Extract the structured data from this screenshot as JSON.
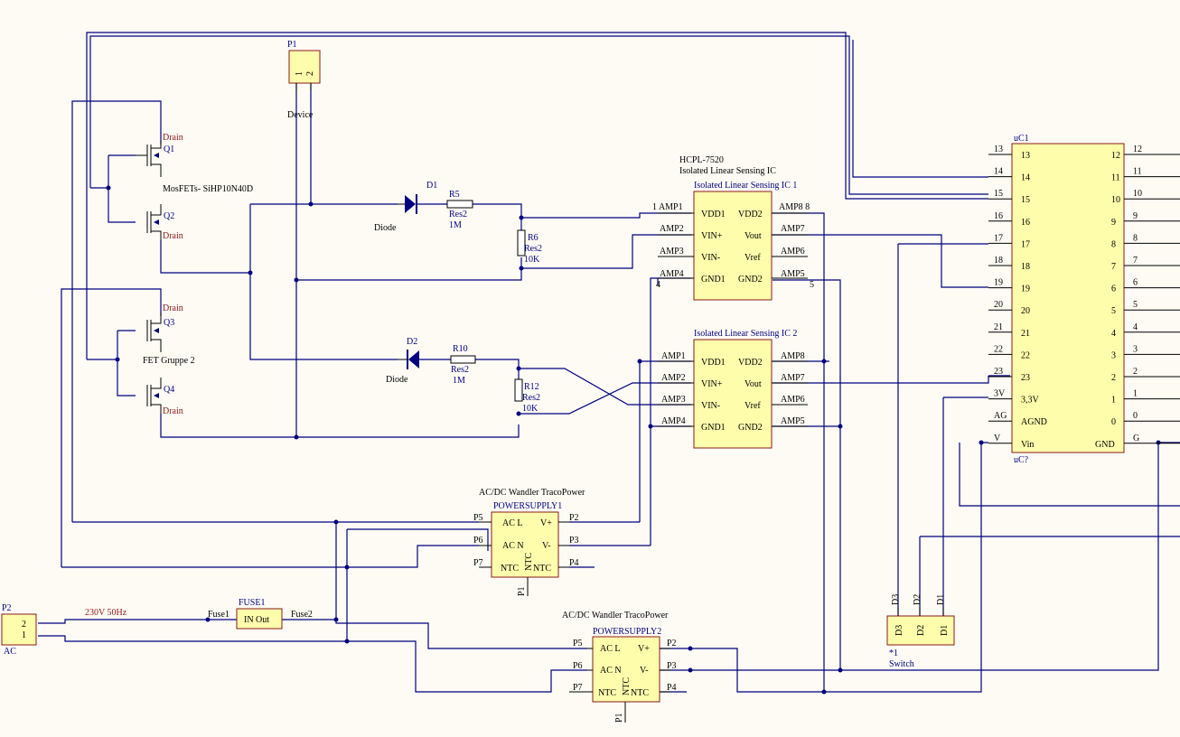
{
  "p1": {
    "designator": "P1",
    "pins": [
      "1",
      "2"
    ],
    "comment": "Device"
  },
  "p2": {
    "designator": "P2",
    "pins": [
      "2",
      "1"
    ],
    "comment": "AC"
  },
  "mosfets": {
    "group1": "MosFETs- SiHP10N40D",
    "group2": "FET Gruppe 2",
    "q1": "Q1",
    "q2": "Q2",
    "q3": "Q3",
    "q4": "Q4",
    "drain": "Drain"
  },
  "d1": {
    "designator": "D1",
    "comment": "Diode"
  },
  "d2": {
    "designator": "D2",
    "comment": "Diode"
  },
  "r5": {
    "designator": "R5",
    "type": "Res2",
    "value": "1M"
  },
  "r6": {
    "designator": "R6",
    "type": "Res2",
    "value": "10K"
  },
  "r10": {
    "designator": "R10",
    "type": "Res2",
    "value": "1M"
  },
  "r12": {
    "designator": "R12",
    "type": "Res2",
    "value": "10K"
  },
  "ic1": {
    "part": "HCPL-7520",
    "desc": "Isolated Linear Sensing IC",
    "designator": "Isolated Linear Sensing IC 1",
    "left": [
      "VDD1",
      "VIN+",
      "VIN-",
      "GND1"
    ],
    "right": [
      "VDD2",
      "Vout",
      "Vref",
      "GND2"
    ],
    "left_nets": [
      "1 AMP1",
      "AMP2",
      "AMP3",
      "AMP4"
    ],
    "right_nets": [
      "AMP8 8",
      "AMP7",
      "AMP6",
      "AMP5"
    ],
    "pin4": "4",
    "pin5": "5"
  },
  "ic2": {
    "designator": "Isolated Linear Sensing IC 2",
    "left": [
      "VDD1",
      "VIN+",
      "VIN-",
      "GND1"
    ],
    "right": [
      "VDD2",
      "Vout",
      "Vref",
      "GND2"
    ],
    "left_nets": [
      "AMP1",
      "AMP2",
      "AMP3",
      "AMP4"
    ],
    "right_nets": [
      "AMP8",
      "AMP7",
      "AMP6",
      "AMP5"
    ]
  },
  "ps1": {
    "header": "AC/DC Wandler TracoPower",
    "designator": "POWERSUPPLY1",
    "in": [
      "AC L",
      "AC N",
      "NTC"
    ],
    "out": [
      "V+",
      "V-",
      "NTC"
    ],
    "center": "NTC",
    "in_nets": [
      "P5",
      "P6",
      "P7"
    ],
    "out_nets": [
      "P2",
      "P3",
      "P4"
    ],
    "bottom": "P1"
  },
  "ps2": {
    "header": "AC/DC Wandler TracoPower",
    "designator": "POWERSUPPLY2",
    "in": [
      "AC L",
      "AC N",
      "NTC"
    ],
    "out": [
      "V+",
      "V-",
      "NTC"
    ],
    "center": "NTC",
    "in_nets": [
      "P5",
      "P6",
      "P7"
    ],
    "out_nets": [
      "P2",
      "P3",
      "P4"
    ],
    "bottom": "P1"
  },
  "fuse": {
    "designator": "FUSE1",
    "label": "IN Out",
    "net_in": "Fuse1",
    "net_out": "Fuse2",
    "supply": "230V 50Hz"
  },
  "uc": {
    "designator": "uC1",
    "bottom_label": "uC?",
    "left_pins": [
      "13",
      "14",
      "15",
      "16",
      "17",
      "18",
      "19",
      "20",
      "21",
      "22",
      "23",
      "3,3V",
      "AGND",
      "Vin"
    ],
    "left_nets": [
      "13",
      "14",
      "15",
      "16",
      "17",
      "18",
      "19",
      "20",
      "21",
      "22",
      "23",
      "3V",
      "AG",
      "V"
    ],
    "right_pins": [
      "12",
      "11",
      "10",
      "9",
      "8",
      "7",
      "6",
      "5",
      "4",
      "3",
      "2",
      "1",
      "0",
      "GND"
    ],
    "right_nets": [
      "12",
      "11",
      "10",
      "9",
      "8",
      "7",
      "6",
      "5",
      "4",
      "3",
      "2",
      "1",
      "0",
      "G"
    ]
  },
  "sw": {
    "pins": [
      "D3",
      "D2",
      "D1"
    ],
    "nets": [
      "D3",
      "D2",
      "D1"
    ],
    "ref": "*1",
    "name": "Switch"
  }
}
